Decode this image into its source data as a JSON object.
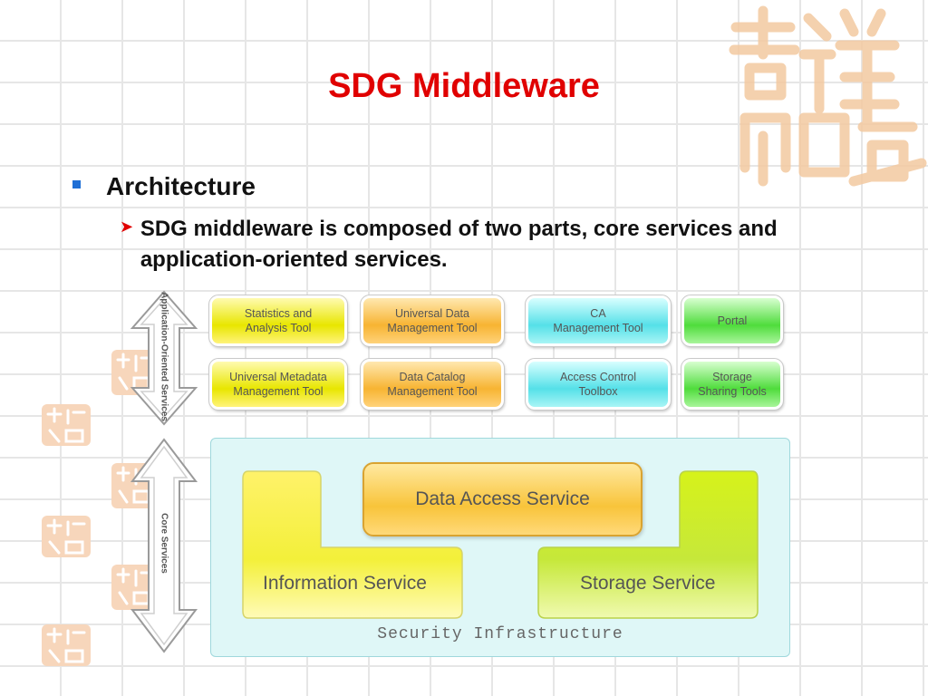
{
  "title": "SDG Middleware",
  "bullet1": "Architecture",
  "bullet2": "SDG middleware is composed of two parts, core services and application-oriented services.",
  "app_arrow_label": "Application-Oriented Services",
  "core_arrow_label": "Core Services",
  "tools": [
    {
      "label": "Statistics and\nAnalysis Tool",
      "color": "yellow"
    },
    {
      "label": "Universal Data\nManagement Tool",
      "color": "orange"
    },
    {
      "label": "CA\nManagement Tool",
      "color": "cyan"
    },
    {
      "label": "Portal",
      "color": "green"
    },
    {
      "label": "Universal Metadata\nManagement Tool",
      "color": "yellow"
    },
    {
      "label": "Data Catalog\nManagement Tool",
      "color": "orange"
    },
    {
      "label": "Access Control\nToolbox",
      "color": "cyan"
    },
    {
      "label": "Storage\nSharing Tools",
      "color": "green"
    }
  ],
  "core": {
    "data_access": "Data Access Service",
    "information": "Information Service",
    "storage": "Storage Service",
    "security": "Security Infrastructure"
  },
  "colors": {
    "title": "#e00000",
    "bullet_square": "#1f6fd6",
    "seal": "#f3c9a0",
    "panel": "#dff7f7"
  },
  "icons": [
    "square-bullet-icon",
    "arrow-bullet-icon",
    "double-arrow-icon",
    "seal-watermark-icon"
  ]
}
